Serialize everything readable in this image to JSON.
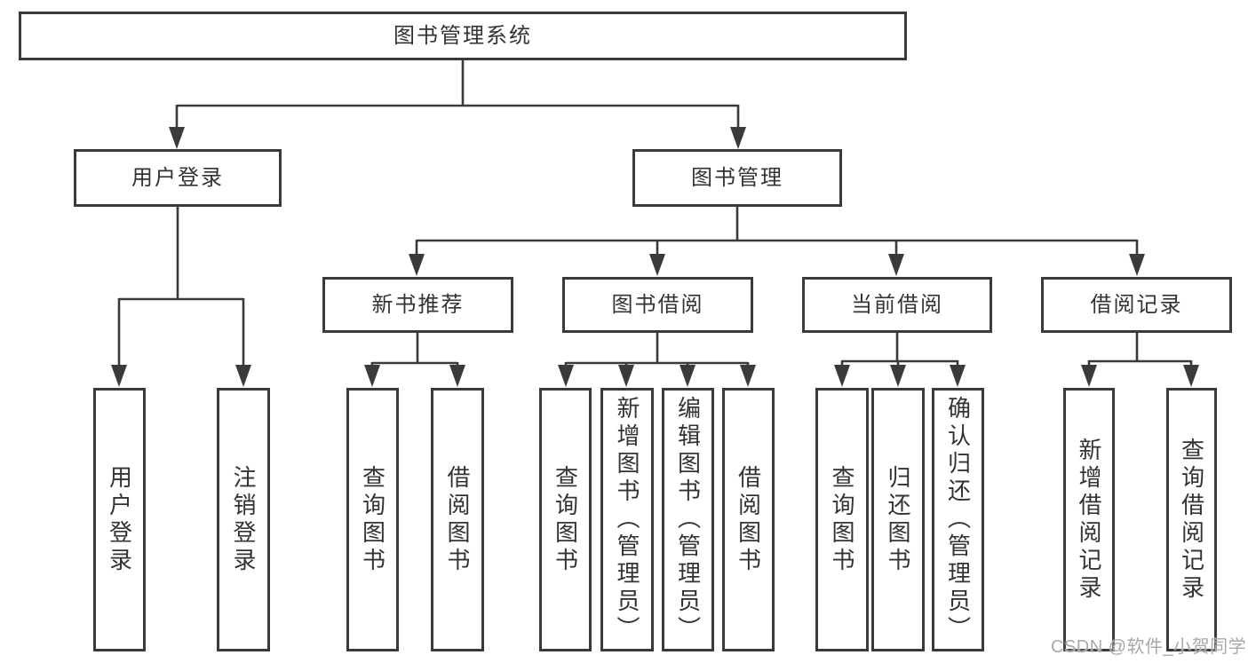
{
  "diagram_type": "hierarchy-tree",
  "tree": {
    "root": "图书管理系统",
    "branches": [
      {
        "label": "用户登录",
        "children": [
          "用户登录",
          "注销登录"
        ]
      },
      {
        "label": "图书管理",
        "sections": [
          {
            "label": "新书推荐",
            "children": [
              "查询图书",
              "借阅图书"
            ]
          },
          {
            "label": "图书借阅",
            "children": [
              "查询图书",
              "新增图书（管理员）",
              "编辑图书（管理员）",
              "借阅图书"
            ]
          },
          {
            "label": "当前借阅",
            "children": [
              "查询图书",
              "归还图书",
              "确认归还（管理员）"
            ]
          },
          {
            "label": "借阅记录",
            "children": [
              "新增借阅记录",
              "查询借阅记录"
            ]
          }
        ]
      }
    ]
  },
  "watermark": "CSDN @软件_小贺同学",
  "colors": {
    "line": "#3a3a3a",
    "box_border": "#3a3a3a",
    "box_fill": "#ffffff",
    "text": "#333333",
    "watermark": "#a9a9a9",
    "background": "#ffffff"
  }
}
